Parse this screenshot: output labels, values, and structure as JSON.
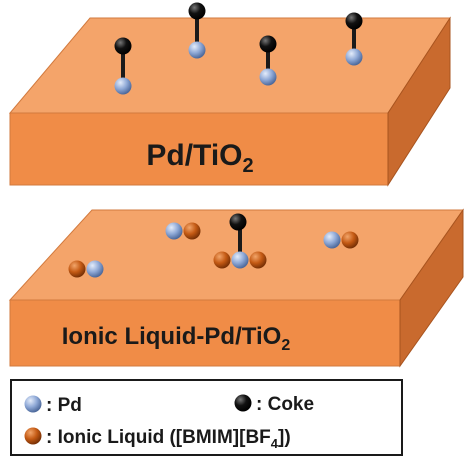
{
  "colors": {
    "slab_top": "#f4a46a",
    "slab_front": "#f08c47",
    "slab_side": "#c96a2e",
    "pd_atom": "#8ea8d6",
    "coke_atom": "#111111",
    "ionic_liquid_atom": "#c45a14",
    "stick": "#1a1a1a"
  },
  "panels": {
    "top": {
      "label_main": "Pd/TiO",
      "label_sub": "2"
    },
    "bottom": {
      "label_main": "Ionic Liquid-Pd/TiO",
      "label_sub": "2"
    }
  },
  "legend": {
    "pd_label": ": Pd",
    "coke_label": ": Coke",
    "il_label_main": ": Ionic Liquid ([BMIM][BF",
    "il_label_sub": "4",
    "il_label_end": "])"
  }
}
